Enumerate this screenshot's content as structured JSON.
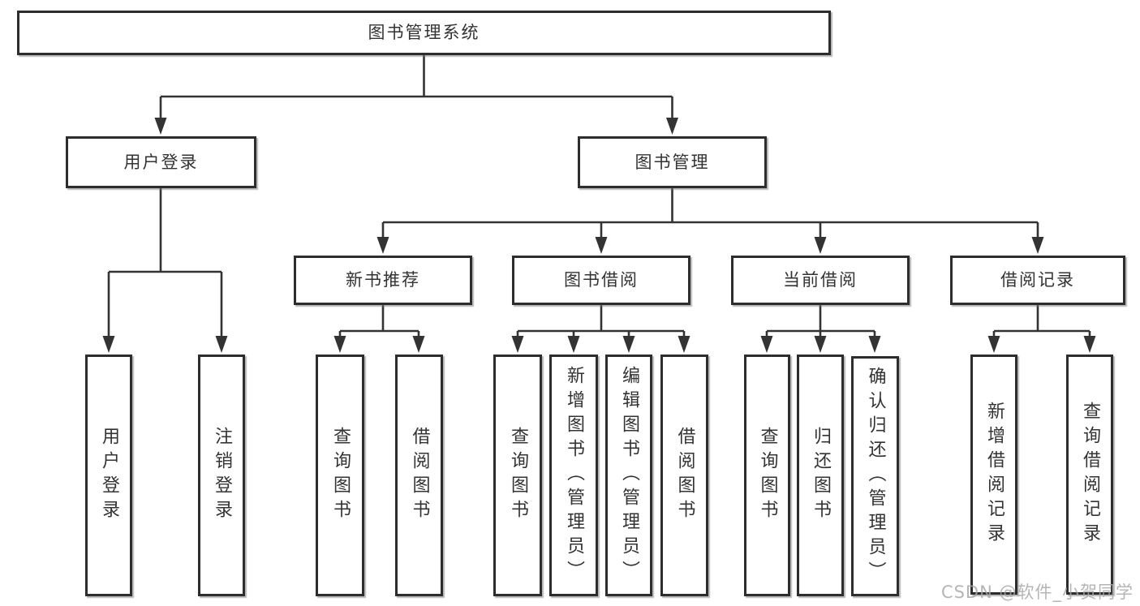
{
  "diagram_title": "图书管理系统",
  "tree": {
    "label": "图书管理系统",
    "children": [
      {
        "label": "用户登录",
        "children": [
          {
            "label": "用户登录"
          },
          {
            "label": "注销登录"
          }
        ]
      },
      {
        "label": "图书管理",
        "children": [
          {
            "label": "新书推荐",
            "children": [
              {
                "label": "查询图书"
              },
              {
                "label": "借阅图书"
              }
            ]
          },
          {
            "label": "图书借阅",
            "children": [
              {
                "label": "查询图书"
              },
              {
                "label": "新增图书（管理员）"
              },
              {
                "label": "编辑图书（管理员）"
              },
              {
                "label": "借阅图书"
              }
            ]
          },
          {
            "label": "当前借阅",
            "children": [
              {
                "label": "查询图书"
              },
              {
                "label": "归还图书"
              },
              {
                "label": "确认归还（管理员）"
              }
            ]
          },
          {
            "label": "借阅记录",
            "children": [
              {
                "label": "新增借阅记录"
              },
              {
                "label": "查询借阅记录"
              }
            ]
          }
        ]
      }
    ]
  },
  "watermark": "CSDN @软件_小贺同学",
  "colors": {
    "background": "#ffffff",
    "line": "#333333",
    "box_border": "#2d2d2d",
    "text": "#333333",
    "watermark": "#a8a8a8"
  }
}
